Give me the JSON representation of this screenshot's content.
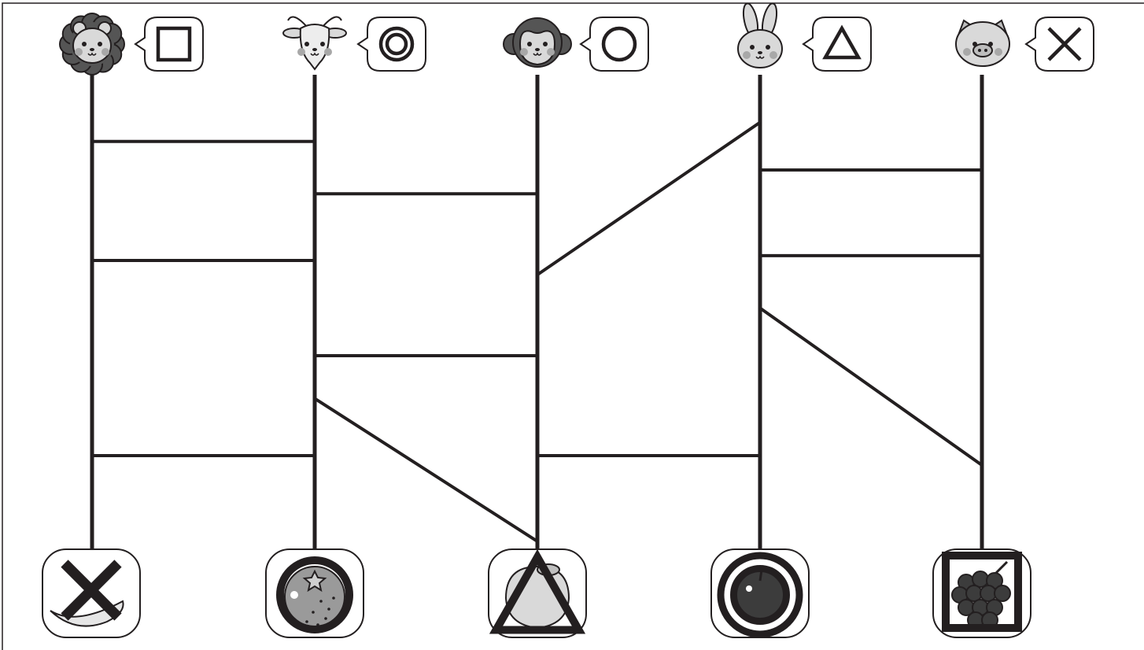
{
  "colors": {
    "ink": "#231f20",
    "face_light": "#d9d9d9",
    "face_mid": "#bdbdbd",
    "face_dark": "#555555",
    "cheek": "#a8a8a8",
    "fruit_gray": "#9a9a9a",
    "fruit_dark": "#3c3c3c",
    "paper": "#ffffff"
  },
  "animals": [
    {
      "id": "lion",
      "icon": "lion-icon",
      "mark": "square"
    },
    {
      "id": "goat",
      "icon": "goat-icon",
      "mark": "double-circle"
    },
    {
      "id": "monkey",
      "icon": "monkey-icon",
      "mark": "circle"
    },
    {
      "id": "rabbit",
      "icon": "rabbit-icon",
      "mark": "triangle"
    },
    {
      "id": "pig",
      "icon": "pig-icon",
      "mark": "cross"
    }
  ],
  "fruits": [
    {
      "id": "banana",
      "icon": "banana-icon",
      "mark": "cross"
    },
    {
      "id": "mandarin",
      "icon": "mandarin-icon",
      "mark": "circle"
    },
    {
      "id": "peach",
      "icon": "peach-icon",
      "mark": "triangle"
    },
    {
      "id": "apple",
      "icon": "apple-icon",
      "mark": "double-circle"
    },
    {
      "id": "grapes",
      "icon": "grapes-icon",
      "mark": "square"
    }
  ],
  "rungs": [
    {
      "from": 1,
      "to": 2,
      "level_from": 0.14,
      "level_to": 0.14
    },
    {
      "from": 1,
      "to": 2,
      "level_from": 0.39,
      "level_to": 0.39
    },
    {
      "from": 1,
      "to": 2,
      "level_from": 0.8,
      "level_to": 0.8
    },
    {
      "from": 2,
      "to": 3,
      "level_from": 0.25,
      "level_to": 0.25
    },
    {
      "from": 2,
      "to": 3,
      "level_from": 0.59,
      "level_to": 0.59
    },
    {
      "from": 2,
      "to": 3,
      "level_from": 0.68,
      "level_to": 0.98
    },
    {
      "from": 3,
      "to": 4,
      "level_from": 0.42,
      "level_to": 0.1
    },
    {
      "from": 3,
      "to": 4,
      "level_from": 0.8,
      "level_to": 0.8
    },
    {
      "from": 4,
      "to": 5,
      "level_from": 0.2,
      "level_to": 0.2
    },
    {
      "from": 4,
      "to": 5,
      "level_from": 0.38,
      "level_to": 0.38
    },
    {
      "from": 4,
      "to": 5,
      "level_from": 0.49,
      "level_to": 0.82
    }
  ]
}
